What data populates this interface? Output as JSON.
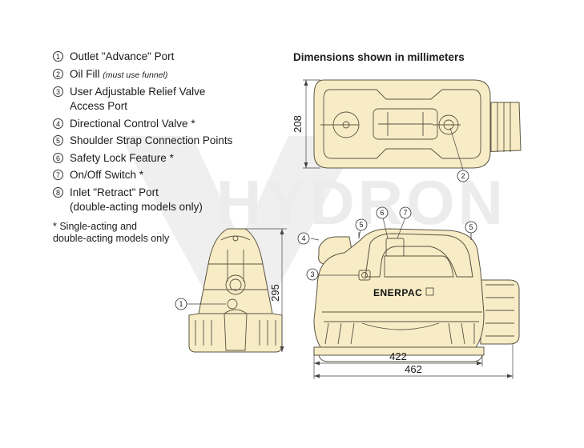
{
  "legend": [
    {
      "num": "1",
      "text": "Outlet \"Advance\" Port",
      "note": ""
    },
    {
      "num": "2",
      "text": "Oil Fill",
      "note": "(must use funnel)"
    },
    {
      "num": "3",
      "text": "User Adjustable Relief Valve\nAccess Port",
      "note": ""
    },
    {
      "num": "4",
      "text": "Directional Control Valve *",
      "note": ""
    },
    {
      "num": "5",
      "text": "Shoulder Strap Connection Points",
      "note": ""
    },
    {
      "num": "6",
      "text": "Safety Lock Feature *",
      "note": ""
    },
    {
      "num": "7",
      "text": "On/Off Switch *",
      "note": ""
    },
    {
      "num": "8",
      "text": "Inlet \"Retract\" Port\n(double-acting models only)",
      "note": ""
    }
  ],
  "footnote": "* Single-acting and\n  double-acting models only",
  "dimensions_title": "Dimensions shown in millimeters",
  "dimensions": {
    "top_depth": "208",
    "front_height": "295",
    "base_length": "422",
    "overall_length": "462"
  },
  "callouts": {
    "top_view": "2",
    "front_view": "1",
    "side_left_handle": "4",
    "side_relief": "3",
    "side_strap_left": "5",
    "side_lock": "6",
    "side_switch": "7",
    "side_strap_right": "5"
  },
  "brand": "ENERPAC",
  "watermark": "HYDRON",
  "colors": {
    "unit_body": "#f7ecc5",
    "outline": "#5a5342",
    "watermark": "#e9e9e9"
  }
}
